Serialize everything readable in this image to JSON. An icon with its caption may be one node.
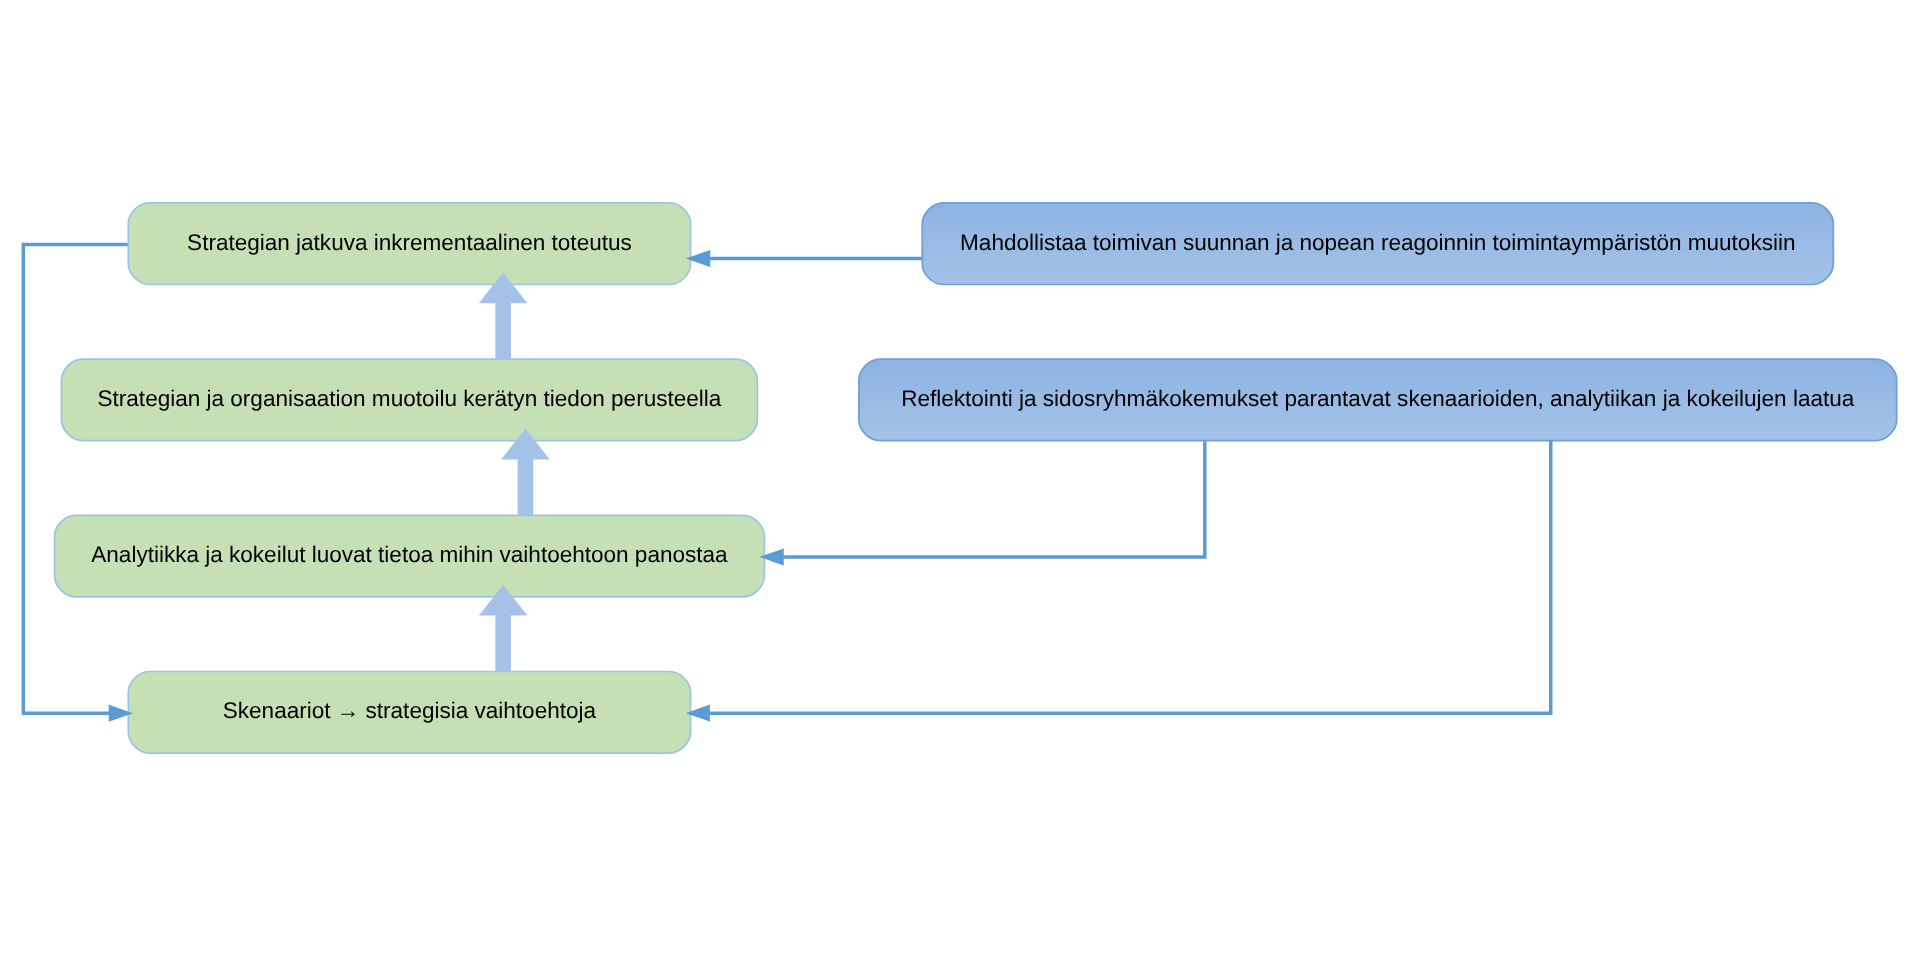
{
  "diagram": {
    "nodes": [
      {
        "text": [
          "Strategian jatkuva inkrementaalinen toteutus"
        ]
      },
      {
        "text": [
          "Mahdollistaa toimivan suunnan ja nopean reagoinnin toimintaympäristön muutoksiin"
        ]
      },
      {
        "text": [
          "Strategian ja organisaation muotoilu kerätyn tiedon perusteella"
        ]
      },
      {
        "text": [
          "Reflektointi ja sidosryhmäkokemukset parantavat skenaarioiden, analytiikan ja kokeilujen laatua"
        ]
      },
      {
        "text": [
          "Analytiikka ja kokeilut luovat tietoa mihin vaihtoehtoon panostaa"
        ]
      },
      {
        "text": [
          "Skenaariot → strategisia vaihtoehtoja"
        ]
      }
    ],
    "edges": [
      {
        "from": 1,
        "to": 0,
        "arrow": "to"
      },
      {
        "from": 2,
        "to": 0,
        "arrow": "to",
        "style": "thick",
        "color": "#a4c2e8"
      },
      {
        "from": 4,
        "to": 2,
        "arrow": "to",
        "style": "thick",
        "color": "#a4c2e8"
      },
      {
        "from": 5,
        "to": 4,
        "arrow": "to",
        "style": "thick",
        "color": "#a4c2e8"
      },
      {
        "from": 0,
        "to": 5,
        "arrow": "to"
      },
      {
        "from": 3,
        "to": 4,
        "arrow": "to"
      },
      {
        "from": 3,
        "to": 5,
        "arrow": "to"
      }
    ]
  }
}
